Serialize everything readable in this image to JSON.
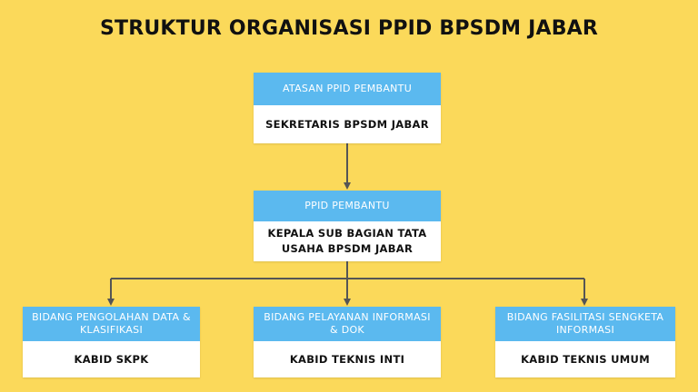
{
  "title": "STRUKTUR ORGANISASI PPID BPSDM JABAR",
  "colors": {
    "background": "#fbd95a",
    "header": "#5bb9ef",
    "box": "#ffffff",
    "line": "#555555"
  },
  "nodes": [
    {
      "role": "ATASAN PPID PEMBANTU",
      "holder": "SEKRETARIS BPSDM JABAR"
    },
    {
      "role": "PPID PEMBANTU",
      "holder": "KEPALA SUB BAGIAN TATA USAHA BPSDM JABAR"
    },
    {
      "role": "BIDANG PENGOLAHAN DATA & KLASIFIKASI",
      "holder": "KABID SKPK"
    },
    {
      "role": "BIDANG PELAYANAN INFORMASI & DOK",
      "holder": "KABID TEKNIS INTI"
    },
    {
      "role": "BIDANG FASILITASI SENGKETA INFORMASI",
      "holder": "KABID TEKNIS UMUM"
    }
  ]
}
